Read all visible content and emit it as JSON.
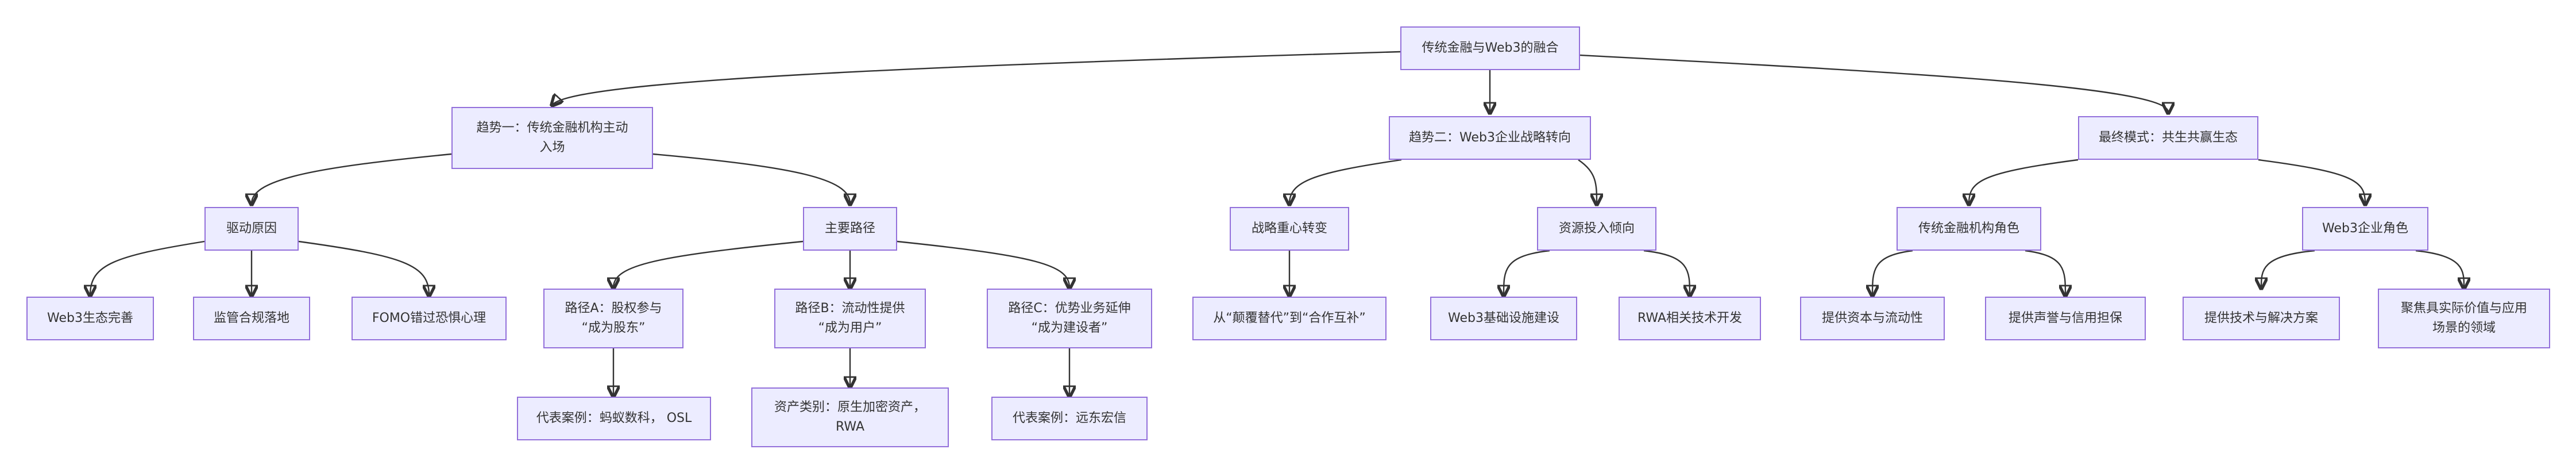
{
  "root": {
    "label": "传统金融与Web3的融合"
  },
  "trend1": {
    "label_lines": [
      "趋势一：传统金融机构主动",
      "入场"
    ],
    "drivers": {
      "label": "驱动原因",
      "items": [
        "Web3生态完善",
        "监管合规落地",
        "FOMO错过恐惧心理"
      ]
    },
    "paths": {
      "label": "主要路径",
      "a": {
        "label_lines": [
          "路径A：股权参与",
          "“成为股东”"
        ],
        "example": "代表案例：蚂蚁数科， OSL"
      },
      "b": {
        "label_lines": [
          "路径B：流动性提供",
          "“成为用户”"
        ],
        "example_lines": [
          "资产类别：原生加密资产，",
          "RWA"
        ]
      },
      "c": {
        "label_lines": [
          "路径C：优势业务延伸",
          "“成为建设者”"
        ],
        "example": "代表案例：远东宏信"
      }
    }
  },
  "trend2": {
    "label": "趋势二：Web3企业战略转向",
    "focus": {
      "label": "战略重心转变",
      "item": "从“颠覆替代”到“合作互补”"
    },
    "invest": {
      "label": "资源投入倾向",
      "items": [
        "Web3基础设施建设",
        "RWA相关技术开发"
      ]
    }
  },
  "final": {
    "label": "最终模式：共生共赢生态",
    "tradfi": {
      "label": "传统金融机构角色",
      "items": [
        "提供资本与流动性",
        "提供声誉与信用担保"
      ]
    },
    "web3": {
      "label": "Web3企业角色",
      "item1": "提供技术与解决方案",
      "item2_lines": [
        "聚焦具实际价值与应用",
        "场景的领域"
      ]
    }
  }
}
